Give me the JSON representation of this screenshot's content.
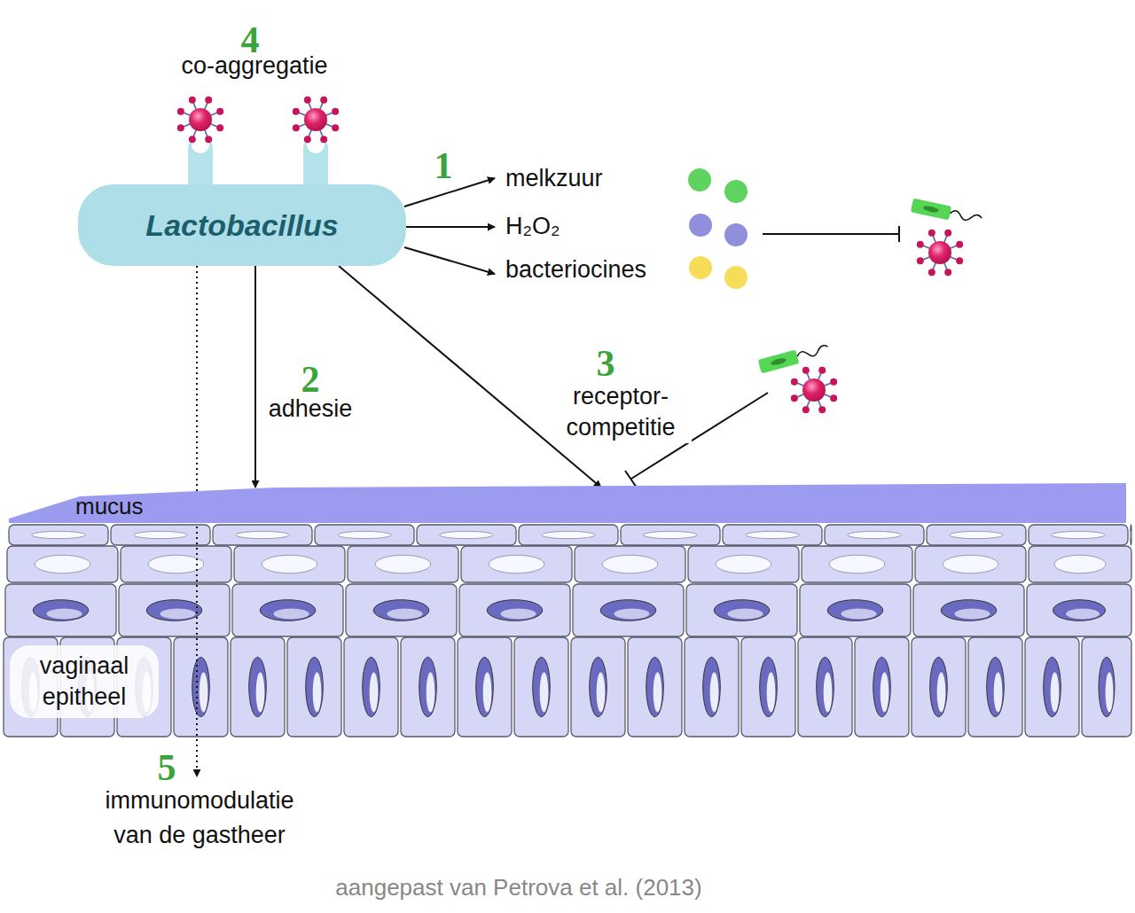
{
  "diagram": {
    "caption": "aangepast van Petrova et al. (2013)",
    "nodes": [
      {
        "text": [
          "Lactobacillus"
        ]
      },
      {
        "text": [
          "mucus"
        ]
      },
      {
        "text": [
          "vaginaal epitheel"
        ]
      }
    ],
    "edges": [
      {
        "from": 0,
        "to": 1,
        "arrow": "to",
        "label": "adhesie"
      },
      {
        "from": 0,
        "to": 1,
        "arrow": "to",
        "label": "receptor- competitie"
      }
    ],
    "labels": [
      "4",
      "co-aggregatie",
      "1",
      "melkzuur",
      "H₂O₂",
      "bacteriocines",
      "2",
      "3",
      "5",
      "immunomodulatie van de gastheer"
    ]
  }
}
